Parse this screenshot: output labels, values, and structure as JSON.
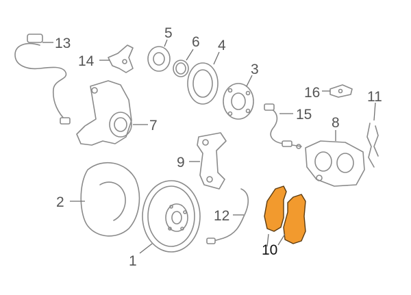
{
  "highlight_color": "#f29a2e",
  "callouts": {
    "c1": "1",
    "c2": "2",
    "c3": "3",
    "c4": "4",
    "c5": "5",
    "c6": "6",
    "c7": "7",
    "c8": "8",
    "c9": "9",
    "c10": "10",
    "c11": "11",
    "c12": "12",
    "c13": "13",
    "c14": "14",
    "c15": "15",
    "c16": "16"
  }
}
